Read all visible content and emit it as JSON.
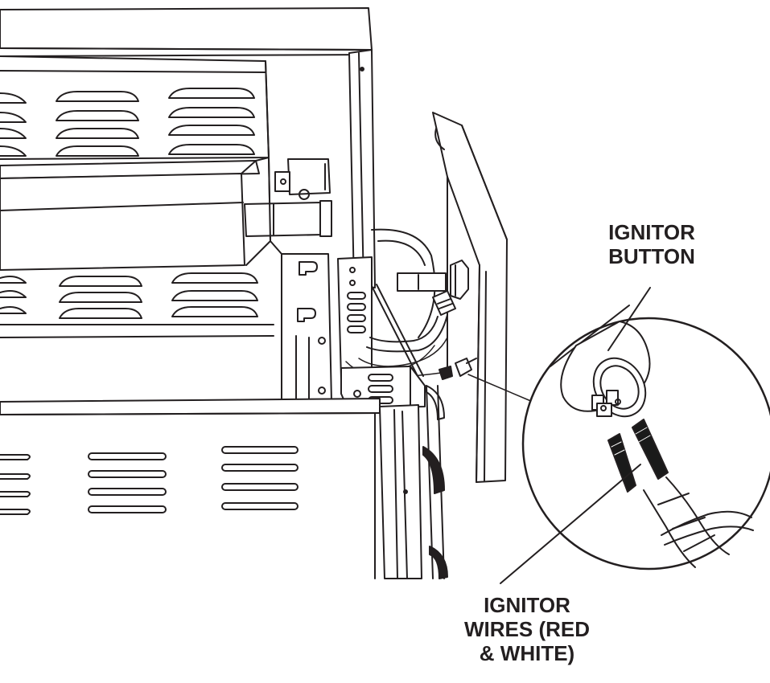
{
  "labels": {
    "ignitor_button": [
      "IGNITOR",
      "BUTTON"
    ],
    "ignitor_wires": [
      "IGNITOR",
      "WIRES (RED",
      "& WHITE)"
    ]
  },
  "colors": {
    "line": "#231f20",
    "wire_dark": "#1a1a1a",
    "background": "#ffffff"
  }
}
